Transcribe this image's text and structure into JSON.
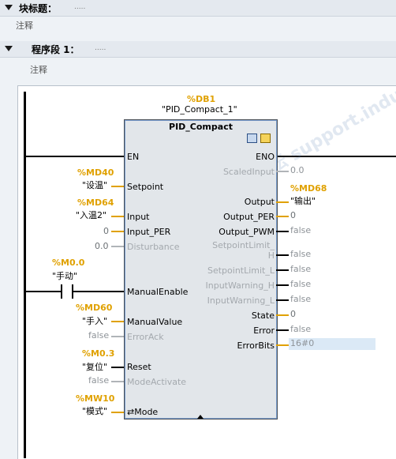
{
  "block_header": {
    "title": "块标题：",
    "dots": ".....",
    "comment": "注释"
  },
  "segment_header": {
    "title": "程序段 1：",
    "dots": ".....",
    "comment": "注释"
  },
  "block": {
    "db_addr": "%DB1",
    "db_name": "\"PID_Compact_1\"",
    "type": "PID_Compact",
    "inputs": {
      "en": "EN",
      "setpoint": "Setpoint",
      "input": "Input",
      "input_per": "Input_PER",
      "disturbance": "Disturbance",
      "manualenable": "ManualEnable",
      "manualvalue": "ManualValue",
      "errorack": "ErrorAck",
      "reset": "Reset",
      "modeactivate": "ModeActivate",
      "mode": "⇄Mode"
    },
    "outputs": {
      "eno": "ENO",
      "scaledinput": "ScaledInput",
      "output": "Output",
      "output_per": "Output_PER",
      "output_pwm": "Output_PWM",
      "sp_limit_h_1": "SetpointLimit_",
      "sp_limit_h_2": "H",
      "sp_limit_l": "SetpointLimit_L",
      "iw_h": "InputWarning_H",
      "iw_l": "InputWarning_L",
      "state": "State",
      "error": "Error",
      "errorbits": "ErrorBits"
    }
  },
  "operands": {
    "setpoint_addr": "%MD40",
    "setpoint_tag": "\"设温\"",
    "input_addr": "%MD64",
    "input_tag": "\"入温2\"",
    "input_per_val": "0",
    "disturbance_val": "0.0",
    "contact_addr": "%M0.0",
    "contact_tag": "\"手动\"",
    "manualvalue_addr": "%MD60",
    "manualvalue_tag": "\"手入\"",
    "errorack_val": "false",
    "reset_addr": "%M0.3",
    "reset_tag": "\"复位\"",
    "modeactivate_val": "false",
    "mode_addr": "%MW10",
    "mode_tag": "\"模式\"",
    "scaledinput_val": "0.0",
    "output_addr": "%MD68",
    "output_tag": "\"输出\"",
    "output_per_val": "0",
    "output_pwm_val": "false",
    "sp_limit_h_val": "false",
    "sp_limit_l_val": "false",
    "iw_h_val": "false",
    "iw_l_val": "false",
    "state_val": "0",
    "error_val": "false",
    "errorbits_val": "16#0"
  },
  "watermark": "西门子工业 技术论坛 support.industry.siemens.com",
  "colors": {
    "address": "#e0a100",
    "block_bg": "#e2e6ea",
    "header_bg": "#e4e9ef"
  }
}
